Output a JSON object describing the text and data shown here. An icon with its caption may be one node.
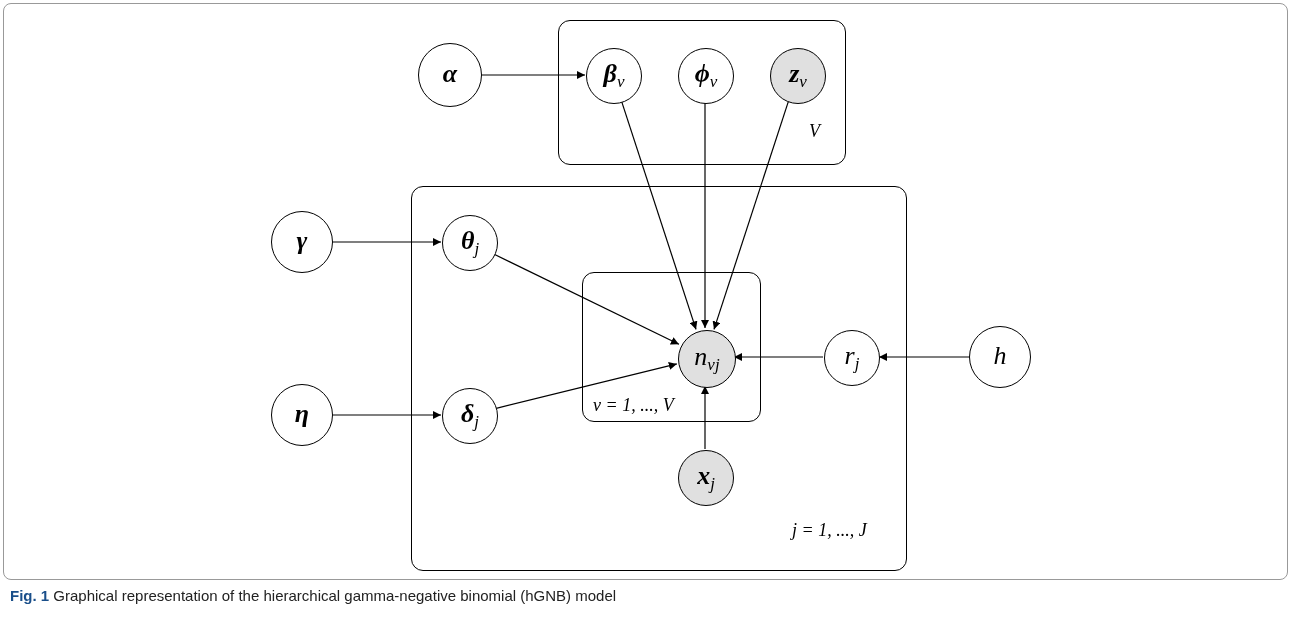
{
  "diagram": {
    "caption": "**Fig. 1** Graphical representation of the hierarchical gamma-negative binomial (hGNB) model",
    "nodes": [
      {
        "text": [
          "V"
        ]
      },
      {
        "text": [
          "**α**"
        ]
      },
      {
        "text": [
          "**β**$_{v}$"
        ],
        "in": 0
      },
      {
        "text": [
          "**ϕ**$_{v}$"
        ],
        "in": 0
      },
      {
        "text": [
          "**z**$_{v}$"
        ],
        "in": 0
      },
      {
        "text": [
          "j = 1, ..., J"
        ]
      },
      {
        "text": [
          "**γ**"
        ]
      },
      {
        "text": [
          "**θ**$_{j}$"
        ],
        "in": 5
      },
      {
        "text": [
          "v = 1, ..., V"
        ],
        "in": 5
      },
      {
        "text": [
          "n$_{vj}$"
        ],
        "in": 8
      },
      {
        "text": [
          "r$_{j}$"
        ],
        "in": 5
      },
      {
        "text": [
          "h"
        ]
      },
      {
        "text": [
          "**η**"
        ]
      },
      {
        "text": [
          "**δ**$_{j}$"
        ],
        "in": 5
      },
      {
        "text": [
          "**x**$_{j}$"
        ],
        "in": 5
      }
    ],
    "edges": [
      {
        "from": 1,
        "to": 2,
        "arrow": "to"
      },
      {
        "from": 2,
        "to": 9,
        "arrow": "to"
      },
      {
        "from": 3,
        "to": 9,
        "arrow": "to"
      },
      {
        "from": 4,
        "to": 9,
        "arrow": "to"
      },
      {
        "from": 6,
        "to": 7,
        "arrow": "to"
      },
      {
        "from": 7,
        "to": 9,
        "arrow": "to"
      },
      {
        "from": 12,
        "to": 13,
        "arrow": "to"
      },
      {
        "from": 13,
        "to": 9,
        "arrow": "to"
      },
      {
        "from": 10,
        "to": 9,
        "arrow": "to"
      },
      {
        "from": 11,
        "to": 10,
        "arrow": "to"
      },
      {
        "from": 14,
        "to": 9,
        "arrow": "to"
      }
    ]
  }
}
